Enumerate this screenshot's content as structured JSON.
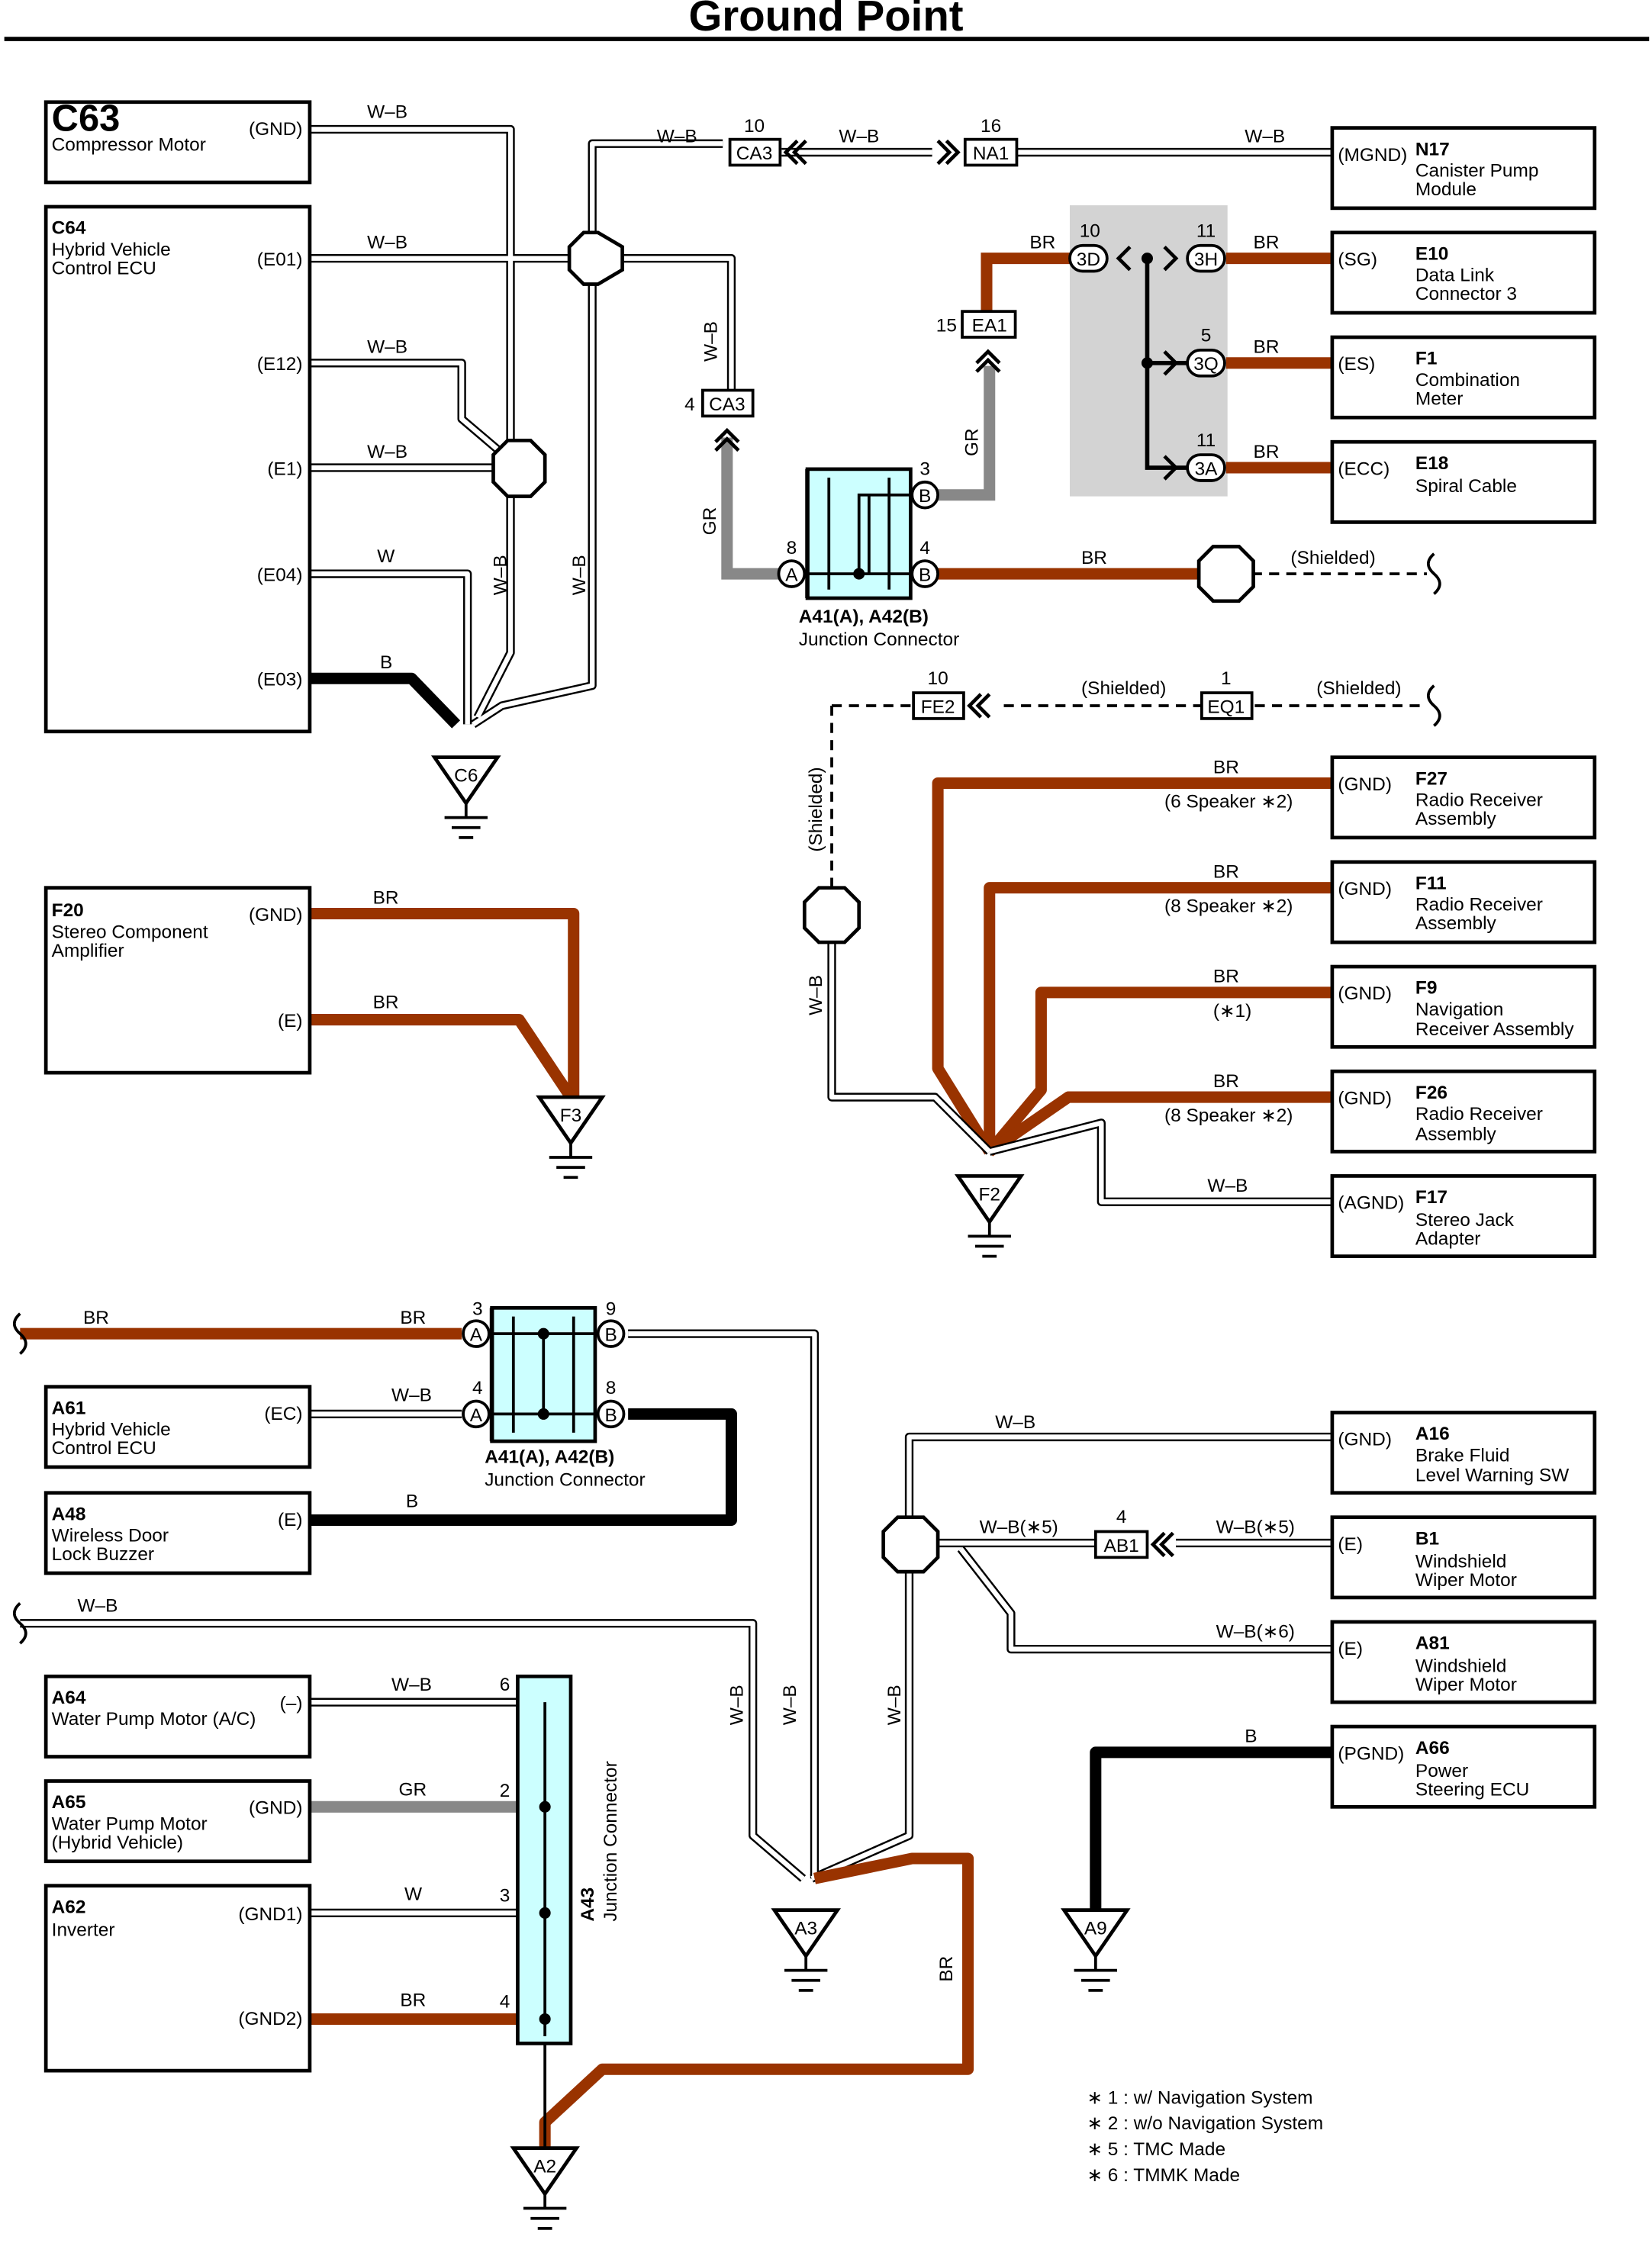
{
  "title": "Ground Point",
  "colors": {
    "br": "#993300",
    "b": "#000000",
    "gr": "#888888",
    "conn_fill": "#ccffff",
    "shade": "#d3d3d3"
  },
  "components": [
    {
      "id": "c63",
      "code": "C63",
      "lines": [
        "Compressor Motor"
      ],
      "pin": "(GND)"
    },
    {
      "id": "c64",
      "code": "C64",
      "lines": [
        "Hybrid Vehicle",
        "Control ECU"
      ],
      "pins": [
        "(E01)",
        "(E12)",
        "(E1)",
        "(E04)",
        "(E03)"
      ]
    },
    {
      "id": "f20",
      "code": "F20",
      "lines": [
        "Stereo Component",
        "Amplifier"
      ],
      "pins": [
        "(GND)",
        "(E)"
      ]
    },
    {
      "id": "n17",
      "code": "N17",
      "lines": [
        "Canister Pump",
        "Module"
      ],
      "pin": "(MGND)"
    },
    {
      "id": "e10",
      "code": "E10",
      "lines": [
        "Data Link",
        "Connector 3"
      ],
      "pin": "(SG)"
    },
    {
      "id": "f1",
      "code": "F1",
      "lines": [
        "Combination",
        "Meter"
      ],
      "pin": "(ES)"
    },
    {
      "id": "e18",
      "code": "E18",
      "lines": [
        "Spiral Cable"
      ],
      "pin": "(ECC)"
    },
    {
      "id": "f27",
      "code": "F27",
      "lines": [
        "Radio Receiver",
        "Assembly"
      ],
      "pin": "(GND)"
    },
    {
      "id": "f11",
      "code": "F11",
      "lines": [
        "Radio Receiver",
        "Assembly"
      ],
      "pin": "(GND)"
    },
    {
      "id": "f9",
      "code": "F9",
      "lines": [
        "Navigation",
        "Receiver Assembly"
      ],
      "pin": "(GND)"
    },
    {
      "id": "f26",
      "code": "F26",
      "lines": [
        "Radio Receiver",
        "Assembly"
      ],
      "pin": "(GND)"
    },
    {
      "id": "f17",
      "code": "F17",
      "lines": [
        "Stereo Jack",
        "Adapter"
      ],
      "pin": "(AGND)"
    },
    {
      "id": "a61",
      "code": "A61",
      "lines": [
        "Hybrid Vehicle",
        "Control ECU"
      ],
      "pin": "(EC)"
    },
    {
      "id": "a48",
      "code": "A48",
      "lines": [
        "Wireless Door",
        "Lock Buzzer"
      ],
      "pin": "(E)"
    },
    {
      "id": "a64",
      "code": "A64",
      "lines": [
        "Water Pump Motor (A/C)"
      ],
      "pin": "(–)"
    },
    {
      "id": "a65",
      "code": "A65",
      "lines": [
        "Water Pump Motor",
        "(Hybrid Vehicle)"
      ],
      "pin": "(GND)"
    },
    {
      "id": "a62",
      "code": "A62",
      "lines": [
        "Inverter"
      ],
      "pins": [
        "(GND1)",
        "(GND2)"
      ]
    },
    {
      "id": "a16",
      "code": "A16",
      "lines": [
        "Brake Fluid",
        "Level Warning SW"
      ],
      "pin": "(GND)"
    },
    {
      "id": "b1",
      "code": "B1",
      "lines": [
        "Windshield",
        "Wiper Motor"
      ],
      "pin": "(E)"
    },
    {
      "id": "a81",
      "code": "A81",
      "lines": [
        "Windshield",
        "Wiper Motor"
      ],
      "pin": "(E)"
    },
    {
      "id": "a66",
      "code": "A66",
      "lines": [
        "Power",
        "Steering ECU"
      ],
      "pin": "(PGND)"
    }
  ],
  "wire_labels": {
    "wb": "W–B",
    "w": "W",
    "b": "B",
    "br": "BR",
    "gr": "GR",
    "shielded": "(Shielded)",
    "wb5": "W–B(∗5)",
    "wb6": "W–B(∗6)",
    "spk6": "(6 Speaker ∗2)",
    "spk8": "(8 Speaker ∗2)",
    "nav1": "(∗1)"
  },
  "connectors": {
    "ca3": "CA3",
    "na1": "NA1",
    "ea1": "EA1",
    "fe2": "FE2",
    "eq1": "EQ1",
    "ab1": "AB1",
    "p3d": "3D",
    "p3h": "3H",
    "p3q": "3Q",
    "p3a": "3A"
  },
  "pin_numbers": {
    "ca3_top": "10",
    "na1": "16",
    "ca3_left": "4",
    "ea1": "15",
    "j3d": "10",
    "j3h": "11",
    "j3q": "5",
    "j3a": "11",
    "jc_b3": "3",
    "jc_a8": "8",
    "jc_b4": "4",
    "fe2": "10",
    "eq1": "1",
    "jc2_a3": "3",
    "jc2_b9": "9",
    "jc2_a4": "4",
    "jc2_b8": "8",
    "ab1": "4",
    "a43_6": "6",
    "a43_2": "2",
    "a43_3": "3",
    "a43_4": "4"
  },
  "junctions": {
    "title": "A41(A), A42(B)",
    "subtitle": "Junction Connector",
    "pin_a": "A",
    "pin_b": "B",
    "a43_code": "A43",
    "a43_name": "Junction Connector"
  },
  "grounds": [
    "C6",
    "F3",
    "F2",
    "A3",
    "A9",
    "A2"
  ],
  "notes": [
    "∗ 1 : w/ Navigation System",
    "∗ 2 : w/o Navigation System",
    "∗ 5 : TMC Made",
    "∗ 6 : TMMK Made"
  ]
}
